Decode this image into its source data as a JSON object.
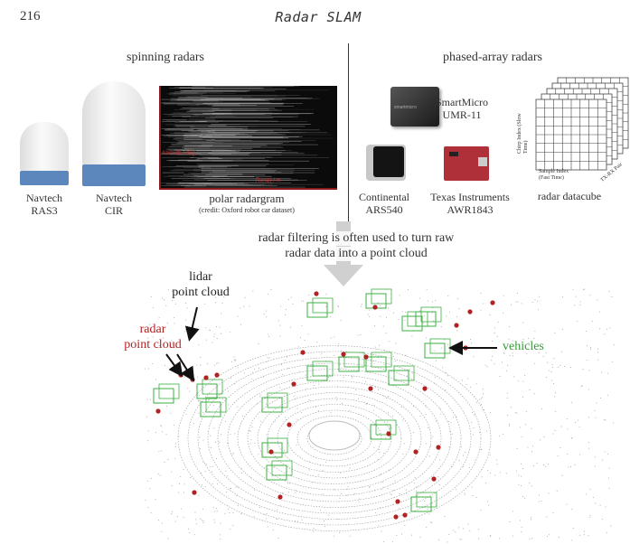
{
  "header": {
    "page_number": "216",
    "running_title": "Radar SLAM"
  },
  "spinning": {
    "title": "spinning radars",
    "ras3": {
      "line1": "Navtech",
      "line2": "RAS3"
    },
    "cir": {
      "line1": "Navtech",
      "line2": "CIR"
    },
    "radargram": {
      "caption": "polar radargram",
      "credit": "(credit: Oxford robot car dataset)",
      "y_axis": "Azimuth / deg",
      "x_axis": "Range / m"
    }
  },
  "phased": {
    "title": "phased-array radars",
    "smartmicro": {
      "line1": "SmartMicro",
      "line2": "UMR-11",
      "brand": "smartmicro"
    },
    "continental": {
      "line1": "Continental",
      "line2": "ARS540"
    },
    "ti": {
      "line1": "Texas Instruments",
      "line2": "AWR1843"
    },
    "datacube": {
      "caption": "radar datacube",
      "chirp": "Chirp Index (Slow Time)",
      "sample": "Sample Index (Fast Time)",
      "pair": "TX-RX Pair"
    }
  },
  "filtering": {
    "line1": "radar filtering is often used to turn raw",
    "line2": "radar data into a point cloud"
  },
  "pointcloud": {
    "lidar": {
      "line1": "lidar",
      "line2": "point cloud"
    },
    "radar": {
      "line1": "radar",
      "line2": "point cloud"
    },
    "vehicles": "vehicles",
    "colors": {
      "radar": "#b22222",
      "vehicles": "#3cb043",
      "lidar": "#9a9a9a"
    }
  }
}
